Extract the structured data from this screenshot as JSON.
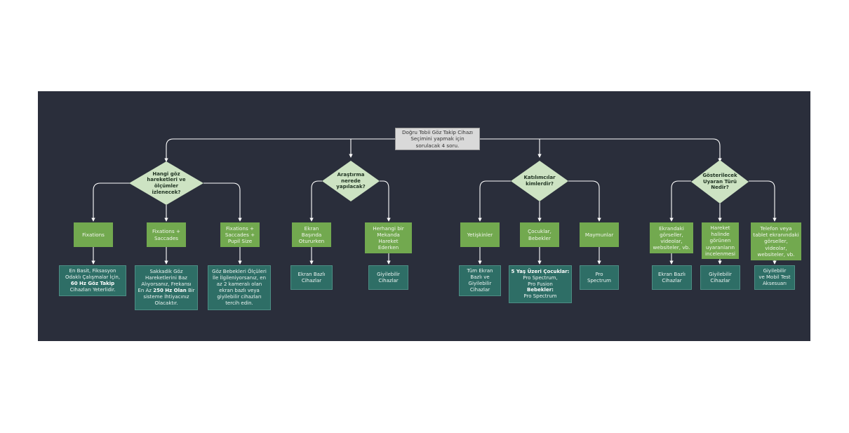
{
  "diagram": {
    "root": {
      "line1": "Doğru Tobii Göz Takip Cihazı",
      "line2": "Seçimini yapmak için",
      "line3": "sorulacak 4 soru."
    },
    "questions": [
      {
        "lines": [
          "Hangi göz",
          "hareketleri ve",
          "ölçümler",
          "izlenecek?"
        ]
      },
      {
        "lines": [
          "Araştırma",
          "nerede",
          "yapılacak?"
        ]
      },
      {
        "lines": [
          "Katılımcılar",
          "kimlerdir?"
        ]
      },
      {
        "lines": [
          "Gösterilecek",
          "Uyaran Türü",
          "Nedir?"
        ]
      }
    ],
    "options": [
      {
        "lines": [
          "Fixations"
        ]
      },
      {
        "lines": [
          "Fixations +",
          "Saccades"
        ]
      },
      {
        "lines": [
          "Fixations +",
          "Saccades +",
          "Pupil Size"
        ]
      },
      {
        "lines": [
          "Ekran",
          "Başında",
          "Otururken"
        ]
      },
      {
        "lines": [
          "Herhangi bir",
          "Mekanda",
          "Hareket",
          "Ederken"
        ]
      },
      {
        "lines": [
          "Yetişkinler"
        ]
      },
      {
        "lines": [
          "Çocuklar,",
          "Bebekler"
        ]
      },
      {
        "lines": [
          "Maymunlar"
        ]
      },
      {
        "lines": [
          "Ekrandaki",
          "görseller,",
          "videolar,",
          "websiteler, vb."
        ]
      },
      {
        "lines": [
          "Hareket",
          "halinde",
          "görünen",
          "uyaranların",
          "incelenmesi"
        ]
      },
      {
        "lines": [
          "Telefon veya",
          "tablet ekranındaki",
          "görseller,",
          "videolar,",
          "websiteler, vb."
        ]
      }
    ],
    "recommendations": [
      {
        "l1": "En Basit, Fiksasyon",
        "l2": "Odaklı Çalışmalar İçin,",
        "l3_bold": "60 Hz Göz Takip",
        "l4": "Cihazları Yeterlidir."
      },
      {
        "l1": "Sakkadik Göz",
        "l2": "Hareketlerini Baz",
        "l3": "Alıyorsanız, Frekansı",
        "l4_pre": "En Az",
        "l4_bold": "250 Hz Olan",
        "l4_post": "Bir",
        "l5": "sisteme İhtiyacınız",
        "l6": "Olacaktır."
      },
      {
        "lines": [
          "Göz Bebekleri Ölçüleri",
          "İle İlgileniyorsanız, en",
          "az 2 kameralı olan",
          "ekran bazlı veya",
          "giyilebilir cihazları",
          "tercih edin."
        ]
      },
      {
        "lines": [
          "Ekran Bazlı",
          "Cihazlar"
        ]
      },
      {
        "lines": [
          "Giyilebilir",
          "Cihazlar"
        ]
      },
      {
        "lines": [
          "Tüm Ekran",
          "Bazlı ve",
          "Giyilebilir",
          "Cihazlar"
        ]
      },
      {
        "head1": "5 Yaş Üzeri Çocuklar:",
        "l2": "Pro Spectrum,",
        "l3": "Pro Fusion",
        "head2": "Bebekler:",
        "l5": "Pro Spectrum"
      },
      {
        "lines": [
          "Pro",
          "Spectrum"
        ]
      },
      {
        "lines": [
          "Ekran Bazlı",
          "Cihazlar"
        ]
      },
      {
        "lines": [
          "Giyilebilir",
          "Cihazlar"
        ]
      },
      {
        "lines": [
          "Giyilebilir",
          "ve Mobil Test",
          "Aksesuarı"
        ]
      }
    ]
  }
}
